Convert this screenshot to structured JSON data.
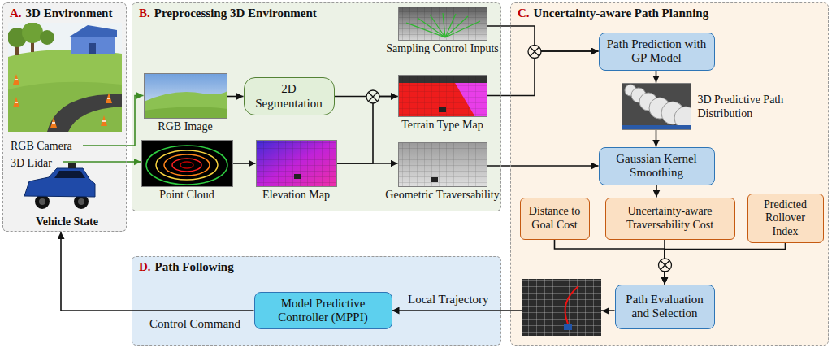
{
  "diagram": {
    "nodes": [
      {
        "text": [
          "A.",
          "3D Environment",
          "RGB Camera",
          "3D Lidar",
          "Vehicle State"
        ]
      },
      {
        "text": [
          "B.",
          "Preprocessing 3D Environment"
        ]
      },
      {
        "text": [
          "RGB Image"
        ],
        "in": 1
      },
      {
        "text": [
          "2D Segmentation"
        ],
        "in": 1
      },
      {
        "text": [
          "Sampling Control Inputs"
        ],
        "in": 1
      },
      {
        "text": [
          "Terrain Type Map"
        ],
        "in": 1
      },
      {
        "text": [
          "Point Cloud"
        ],
        "in": 1
      },
      {
        "text": [
          "Elevation Map"
        ],
        "in": 1
      },
      {
        "text": [
          "Geometric Traversability"
        ],
        "in": 1
      },
      {
        "text": [
          "C.",
          "Uncertainty-aware Path Planning"
        ]
      },
      {
        "text": [
          "Path Prediction with GP Model"
        ],
        "in": 9
      },
      {
        "text": [
          "3D Predictive Path Distribution"
        ],
        "in": 9
      },
      {
        "text": [
          "Gaussian Kernel Smoothing"
        ],
        "in": 9
      },
      {
        "text": [
          "Distance to Goal Cost"
        ],
        "in": 9
      },
      {
        "text": [
          "Uncertainty-aware Traversability Cost"
        ],
        "in": 9
      },
      {
        "text": [
          "Predicted Rollover Index"
        ],
        "in": 9
      },
      {
        "text": [
          "Path Evaluation and Selection"
        ],
        "in": 9
      },
      {
        "text": [
          "D.",
          "Path Following"
        ]
      },
      {
        "text": [
          "Model Predictive Controller (MPPI)"
        ],
        "in": 17
      }
    ],
    "edges": [
      {
        "from": 0,
        "to": 2,
        "arrow": "to"
      },
      {
        "from": 0,
        "to": 6,
        "arrow": "to"
      },
      {
        "from": 2,
        "to": 3,
        "arrow": "to"
      },
      {
        "from": 3,
        "to": 5,
        "arrow": "to"
      },
      {
        "from": 7,
        "to": 5,
        "arrow": "to"
      },
      {
        "from": 6,
        "to": 7,
        "arrow": "to"
      },
      {
        "from": 7,
        "to": 8,
        "arrow": "to"
      },
      {
        "from": 4,
        "to": 10,
        "arrow": "to"
      },
      {
        "from": 5,
        "to": 10,
        "arrow": "to"
      },
      {
        "from": 10,
        "to": 11,
        "arrow": "to"
      },
      {
        "from": 11,
        "to": 12,
        "arrow": "to"
      },
      {
        "from": 8,
        "to": 12,
        "arrow": "to"
      },
      {
        "from": 12,
        "to": 14,
        "arrow": "to"
      },
      {
        "from": 13,
        "to": 16,
        "arrow": "to"
      },
      {
        "from": 14,
        "to": 16,
        "arrow": "to"
      },
      {
        "from": 15,
        "to": 16,
        "arrow": "to"
      },
      {
        "from": 16,
        "to": 18,
        "label": "Local Trajectory",
        "arrow": "to"
      },
      {
        "from": 18,
        "to": 0,
        "label": "Control Command",
        "arrow": "to"
      }
    ]
  }
}
